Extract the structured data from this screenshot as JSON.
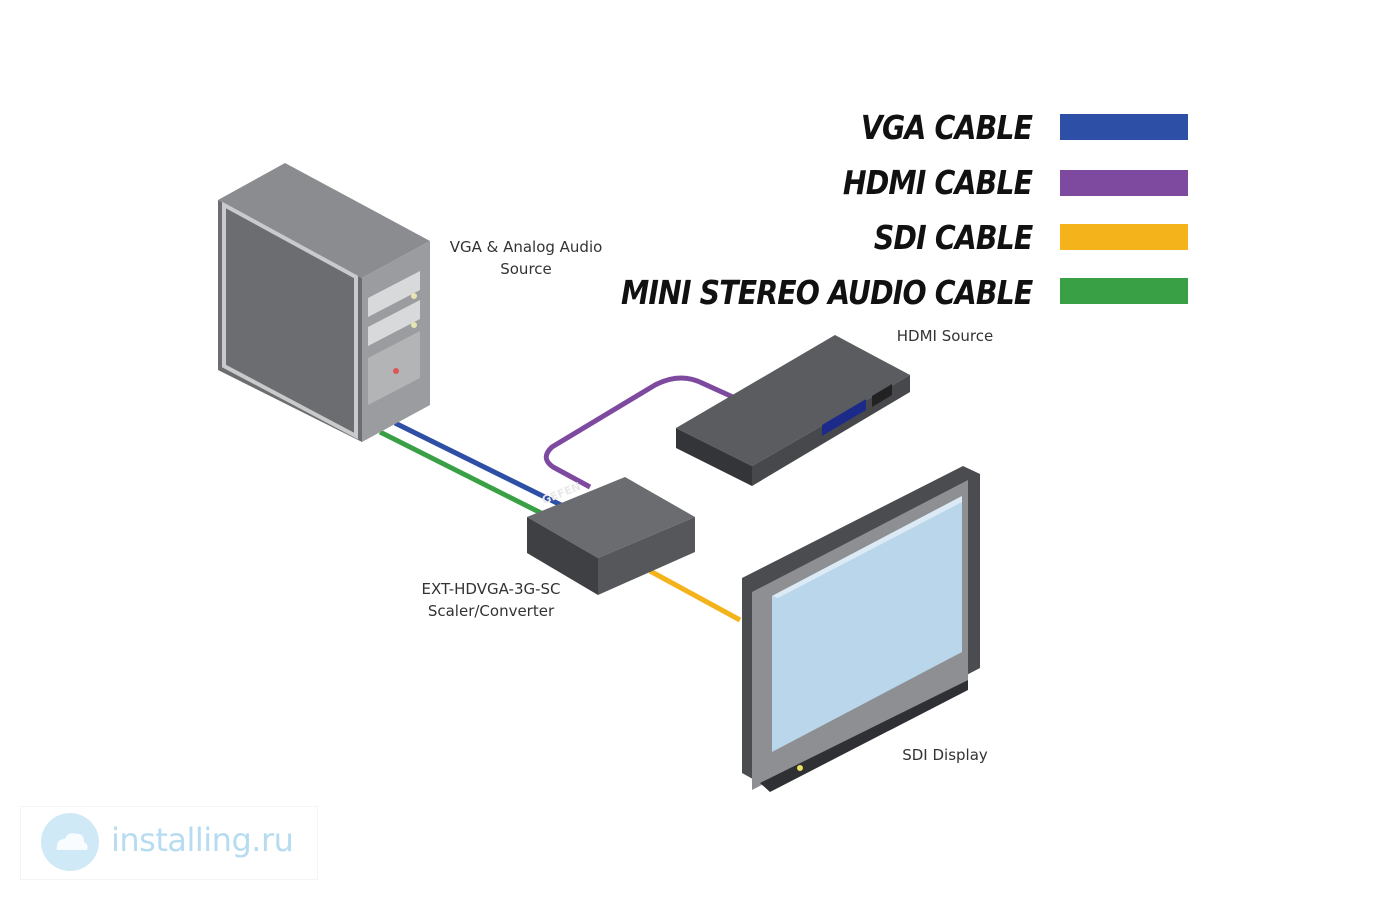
{
  "legend": [
    {
      "label": "VGA CABLE",
      "color": "#2e4fa6"
    },
    {
      "label": "HDMI CABLE",
      "color": "#7d4aa0"
    },
    {
      "label": "SDI CABLE",
      "color": "#f5b31b"
    },
    {
      "label": "MINI STEREO AUDIO CABLE",
      "color": "#3aa045"
    }
  ],
  "devices": {
    "pc": {
      "line1": "VGA & Analog Audio",
      "line2": "Source"
    },
    "hdmi_source": {
      "label": "HDMI Source"
    },
    "converter": {
      "line1": "EXT-HDVGA-3G-SC",
      "line2": "Scaler/Converter",
      "brand": "GEFEN"
    },
    "display": {
      "label": "SDI Display"
    }
  },
  "watermark": {
    "text": "installing.ru",
    "icon": "cloud-logo-icon"
  }
}
